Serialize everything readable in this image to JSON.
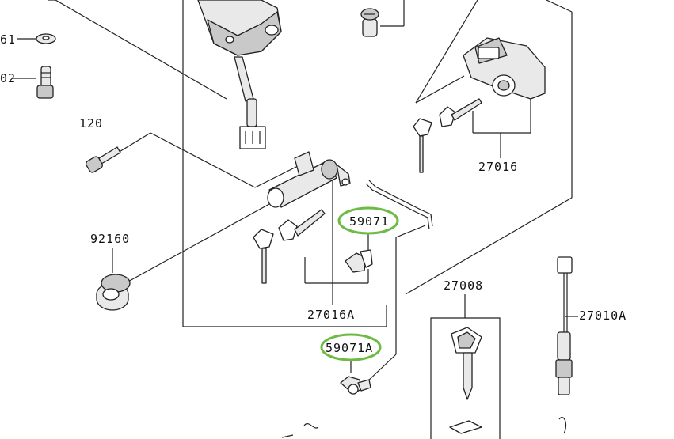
{
  "parts": {
    "p_61": "61",
    "p_02": "02",
    "p_120": "120",
    "p_92160": "92160",
    "p_27016": "27016",
    "p_59071": "59071",
    "p_27016A": "27016A",
    "p_59071A": "59071A",
    "p_27008": "27008",
    "p_27010A": "27010A"
  },
  "highlight_color": "#6dbb45",
  "icons": [
    "washer-icon",
    "bolt-icon",
    "screw-icon",
    "bushing-icon",
    "key-icon",
    "ignition-switch-icon",
    "lock-cylinder-icon",
    "clip-icon",
    "wire-harness-icon",
    "key-blank-icon",
    "sensor-lead-icon"
  ]
}
